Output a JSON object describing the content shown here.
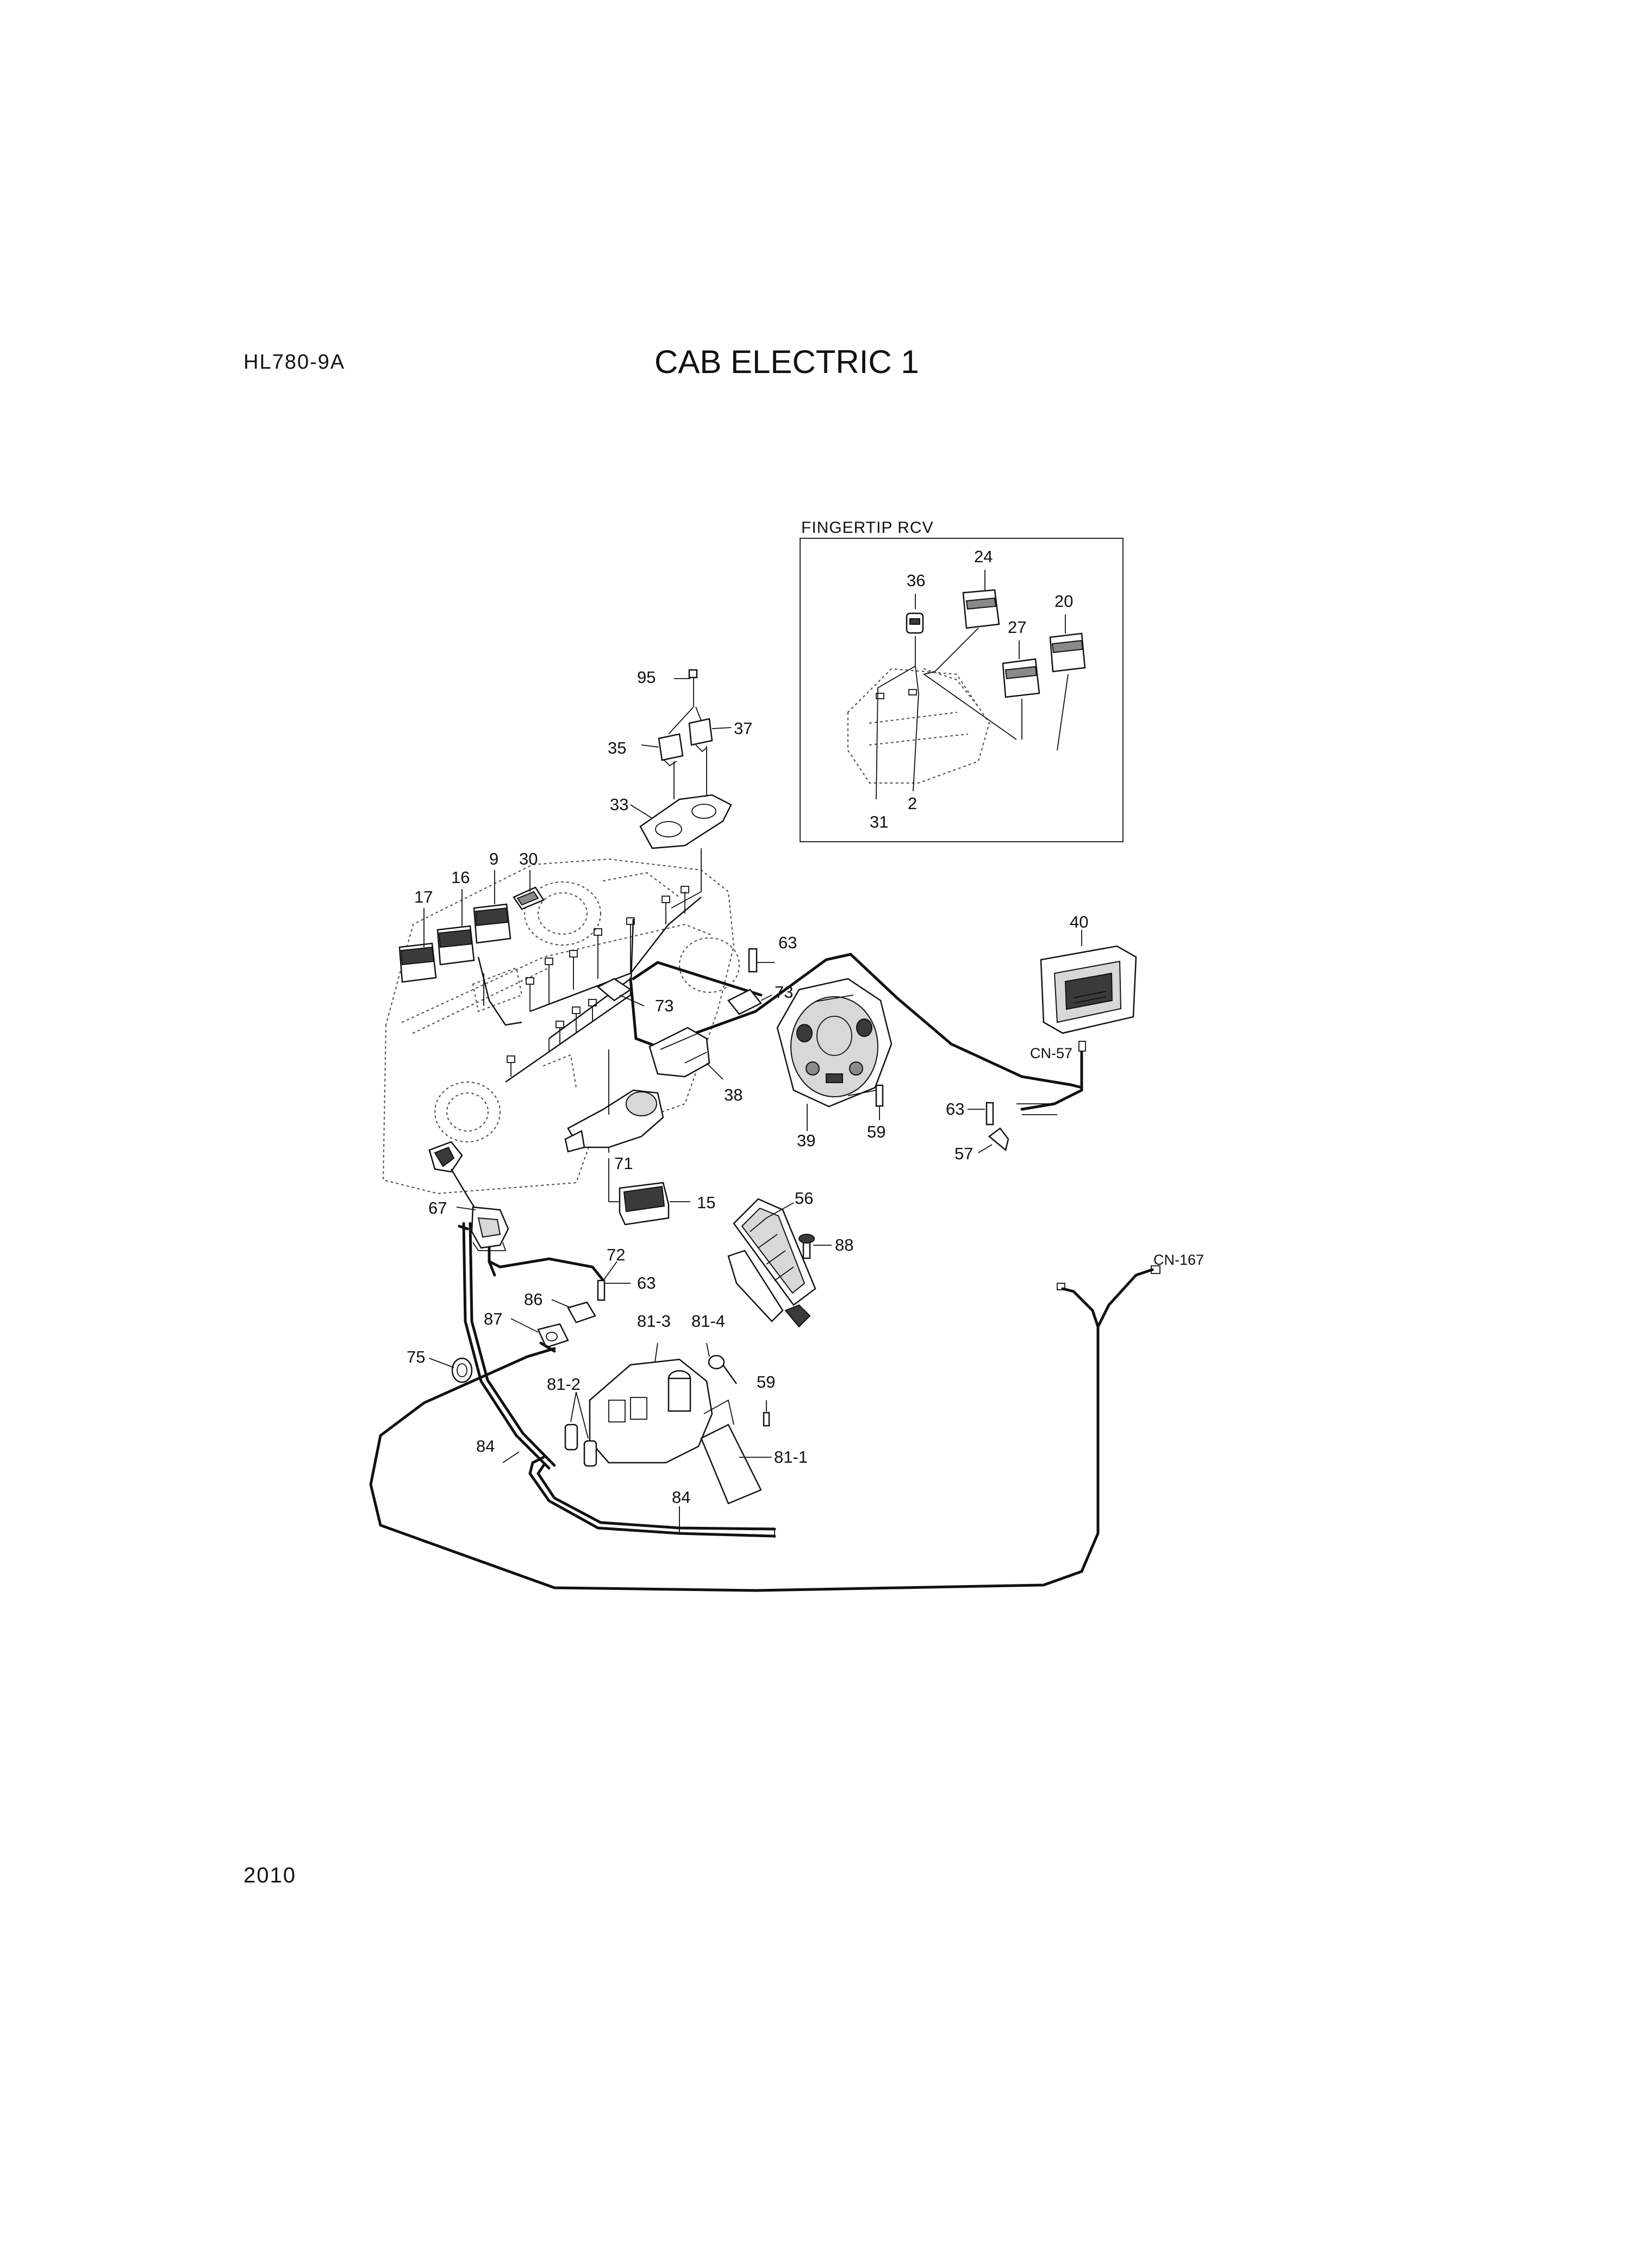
{
  "header": {
    "model": "HL780-9A",
    "title": "CAB ELECTRIC 1"
  },
  "footer": {
    "page_number": "2010"
  },
  "detail_box": {
    "title": "FINGERTIP RCV"
  },
  "callouts": {
    "c95": "95",
    "c35": "35",
    "c37": "37",
    "c33": "33",
    "c17": "17",
    "c16": "16",
    "c9": "9",
    "c30": "30",
    "c36": "36",
    "c24": "24",
    "c27": "27",
    "c20": "20",
    "c31": "31",
    "c2": "2",
    "c63a": "63",
    "c73a": "73",
    "c73b": "73",
    "c40": "40",
    "cn57": "CN-57",
    "c38": "38",
    "c39": "39",
    "c59a": "59",
    "c71": "71",
    "c63b": "63",
    "c57": "57",
    "c15": "15",
    "c67": "67",
    "c56": "56",
    "c88": "88",
    "c72": "72",
    "c63c": "63",
    "c86": "86",
    "c87": "87",
    "c81_3": "81-3",
    "c81_4": "81-4",
    "cn167": "CN-167",
    "c75": "75",
    "c81_2": "81-2",
    "c59b": "59",
    "c84a": "84",
    "c81_1": "81-1",
    "c84b": "84"
  }
}
